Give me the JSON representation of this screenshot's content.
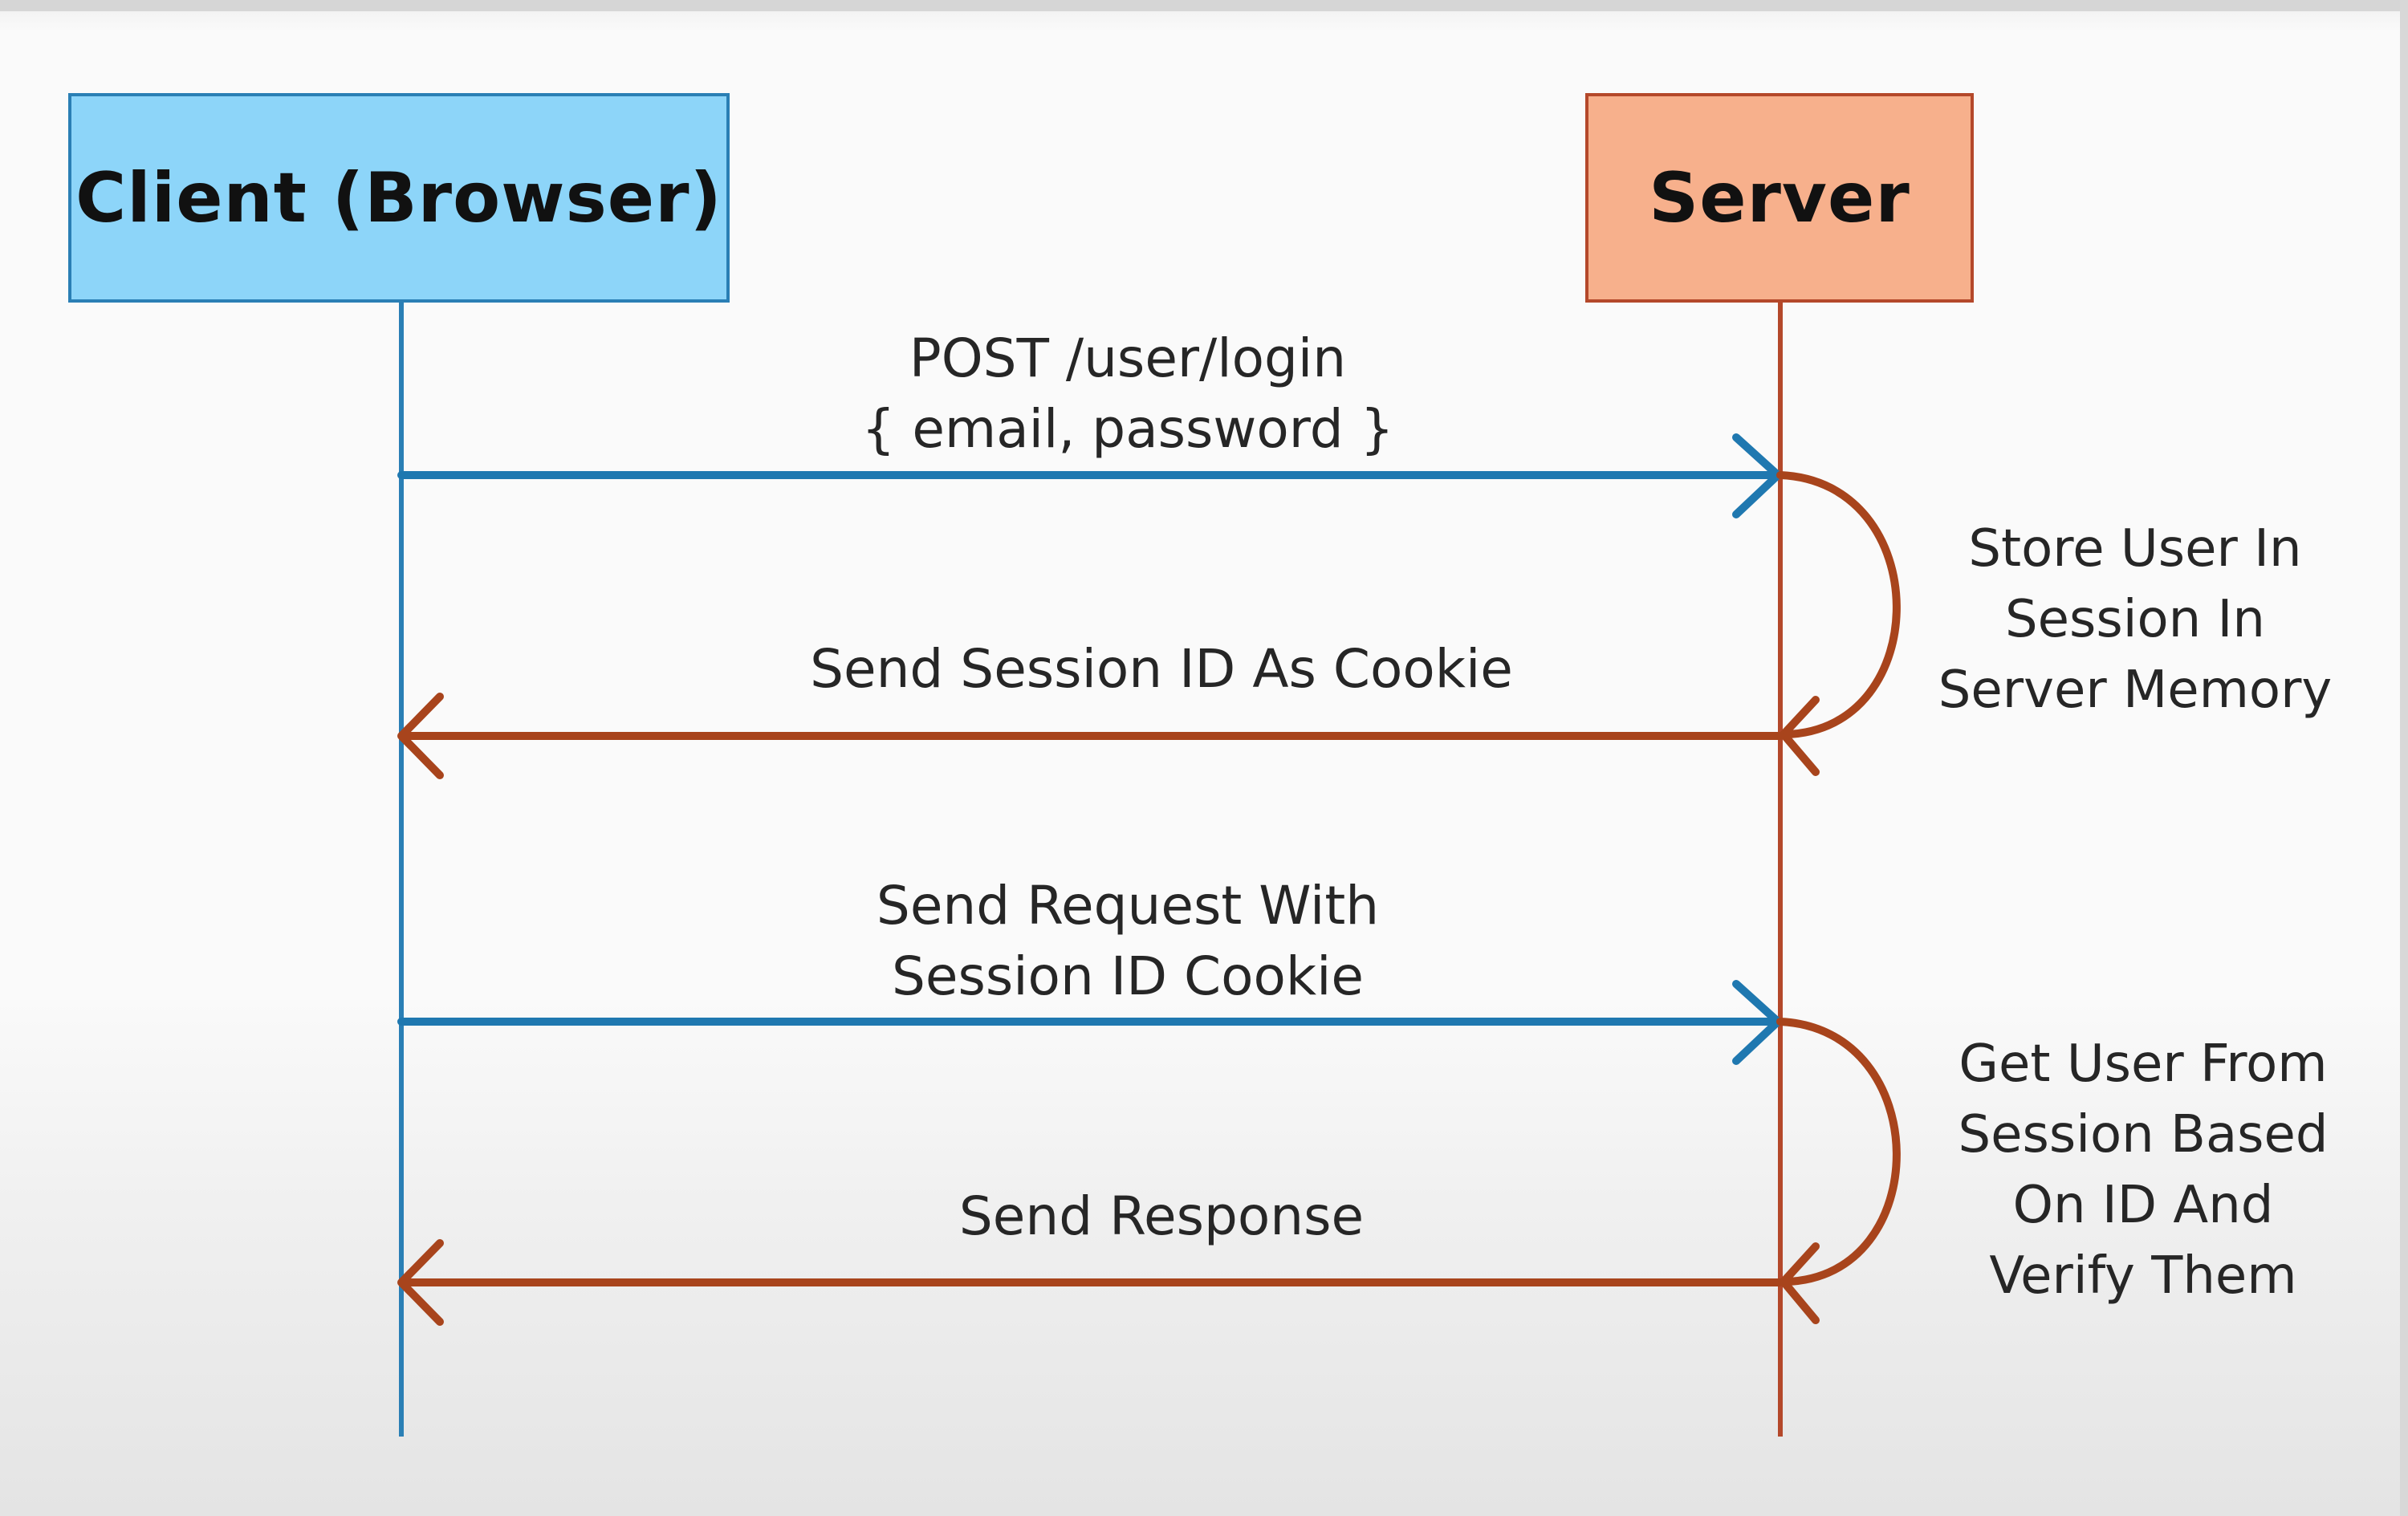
{
  "actors": {
    "client": {
      "label": "Client (Browser)",
      "fill": "#8dd5f9",
      "line_color": "#2a7fb5"
    },
    "server": {
      "label": "Server",
      "fill": "#f7b08c",
      "line_color": "#b4482a"
    }
  },
  "messages": [
    {
      "id": "login",
      "direction": "client-to-server",
      "lines": [
        "POST  /user/login",
        "{ email, password }"
      ]
    },
    {
      "id": "cookie",
      "direction": "server-to-client",
      "lines": [
        "Send Session ID As Cookie"
      ]
    },
    {
      "id": "request",
      "direction": "client-to-server",
      "lines": [
        "Send Request With",
        "Session ID Cookie"
      ]
    },
    {
      "id": "response",
      "direction": "server-to-client",
      "lines": [
        "Send Response"
      ]
    }
  ],
  "self_notes": [
    {
      "id": "store",
      "lines": [
        "Store User In",
        "Session In",
        "Server Memory"
      ]
    },
    {
      "id": "verify",
      "lines": [
        "Get User From",
        "Session Based",
        "On ID And",
        "Verify Them"
      ]
    }
  ],
  "colors": {
    "request_arrow": "#1f78b0",
    "response_arrow": "#a8441c",
    "text": "#262626"
  }
}
